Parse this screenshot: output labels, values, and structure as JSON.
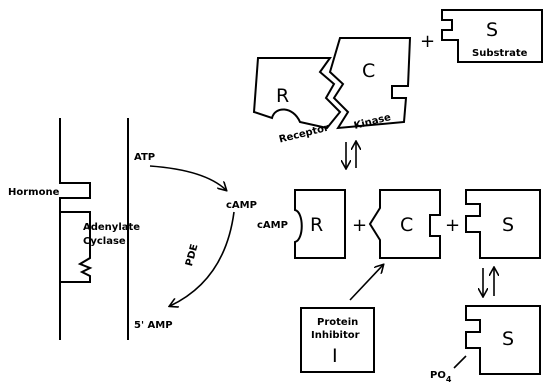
{
  "top_complex": {
    "R": "R",
    "C": "C",
    "receptor_label": "Receptor",
    "kinase_label": "Kinase",
    "plus": "+"
  },
  "substrate": {
    "S": "S",
    "label": "Substrate"
  },
  "membrane": {
    "hormone": "Hormone",
    "adenylate": "Adenylate",
    "cyclase": "Cyclase"
  },
  "reaction": {
    "atp": "ATP",
    "camp": "cAMP",
    "pde": "PDE",
    "five_amp": "5' AMP"
  },
  "middle": {
    "camp": "cAMP",
    "R": "R",
    "C": "C",
    "S": "S",
    "plus": "+"
  },
  "inhibitor": {
    "line1": "Protein",
    "line2": "Inhibitor",
    "letter": "I"
  },
  "phospho": {
    "S": "S",
    "po": "PO",
    "sub": "4"
  }
}
